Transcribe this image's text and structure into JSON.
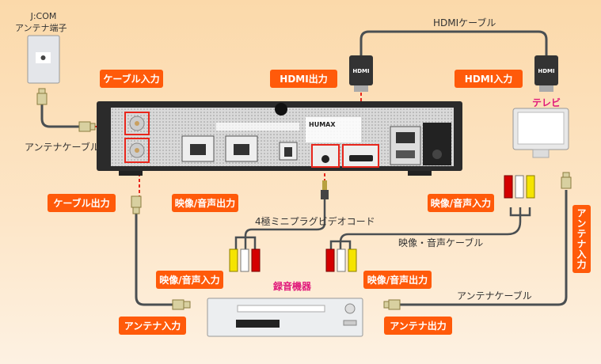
{
  "wall_outlet": {
    "line1": "J:COM",
    "line2": "アンテナ端子"
  },
  "labels": {
    "cable_in": "ケーブル入力",
    "hdmi_out": "HDMI出力",
    "hdmi_in": "HDMI入力",
    "cable_out": "ケーブル出力",
    "av_out_box": "映像/音声出力",
    "av_in_tv": "映像/音声入力",
    "av_in_recorder": "映像/音声入力",
    "av_out_recorder": "映像/音声出力",
    "antenna_in_recorder": "アンテナ入力",
    "antenna_out_recorder": "アンテナ出力",
    "antenna_in_tv": "アンテナ入力"
  },
  "cables": {
    "hdmi": "HDMIケーブル",
    "antenna_left": "アンテナケーブル",
    "mini_plug": "4極ミニプラグビデオコード",
    "av": "映像・音声ケーブル",
    "antenna_right": "アンテナケーブル"
  },
  "devices": {
    "tv": "テレビ",
    "recorder": "録音機器",
    "brand": "HUMAX"
  },
  "plug_text": {
    "hdmi": "HDMI"
  },
  "colors": {
    "label_bg": "#ff5a0a",
    "device_label": "#e0187a",
    "cable": "#4a4f52",
    "highlight": "#e8261c"
  }
}
